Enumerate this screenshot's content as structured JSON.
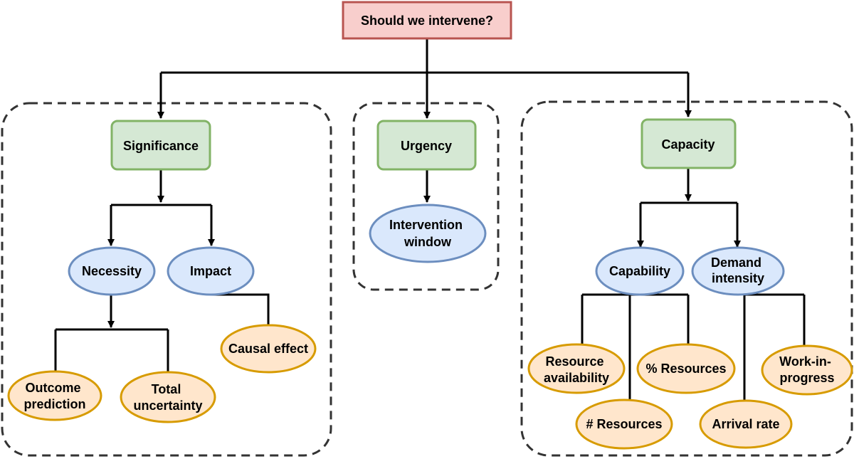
{
  "root": {
    "label": "Should we intervene?"
  },
  "categories": {
    "significance": {
      "label": "Significance"
    },
    "urgency": {
      "label": "Urgency"
    },
    "capacity": {
      "label": "Capacity"
    }
  },
  "subfactors": {
    "necessity": {
      "label": "Necessity"
    },
    "impact": {
      "label": "Impact"
    },
    "intervention_window": {
      "lines": [
        "Intervention",
        "window"
      ]
    },
    "capability": {
      "label": "Capability"
    },
    "demand_intensity": {
      "lines": [
        "Demand",
        "intensity"
      ]
    }
  },
  "measures": {
    "outcome_prediction": {
      "lines": [
        "Outcome",
        "prediction"
      ]
    },
    "total_uncertainty": {
      "lines": [
        "Total",
        "uncertainty"
      ]
    },
    "causal_effect": {
      "label": "Causal effect"
    },
    "resource_availability": {
      "lines": [
        "Resource",
        "availability"
      ]
    },
    "pct_resources": {
      "label": "% Resources"
    },
    "num_resources": {
      "label": "# Resources"
    },
    "work_in_progress": {
      "lines": [
        "Work-in-",
        "progress"
      ]
    },
    "arrival_rate": {
      "label": "Arrival rate"
    }
  },
  "colors": {
    "root_fill": "#f8cecc",
    "root_stroke": "#b85450",
    "category_fill": "#d5e8d4",
    "category_stroke": "#82b366",
    "subfactor_fill": "#dae8fc",
    "subfactor_stroke": "#6c8ebf",
    "measure_fill": "#ffe6cc",
    "measure_stroke": "#d79b00",
    "edge": "#000000",
    "group_border": "#333333"
  }
}
